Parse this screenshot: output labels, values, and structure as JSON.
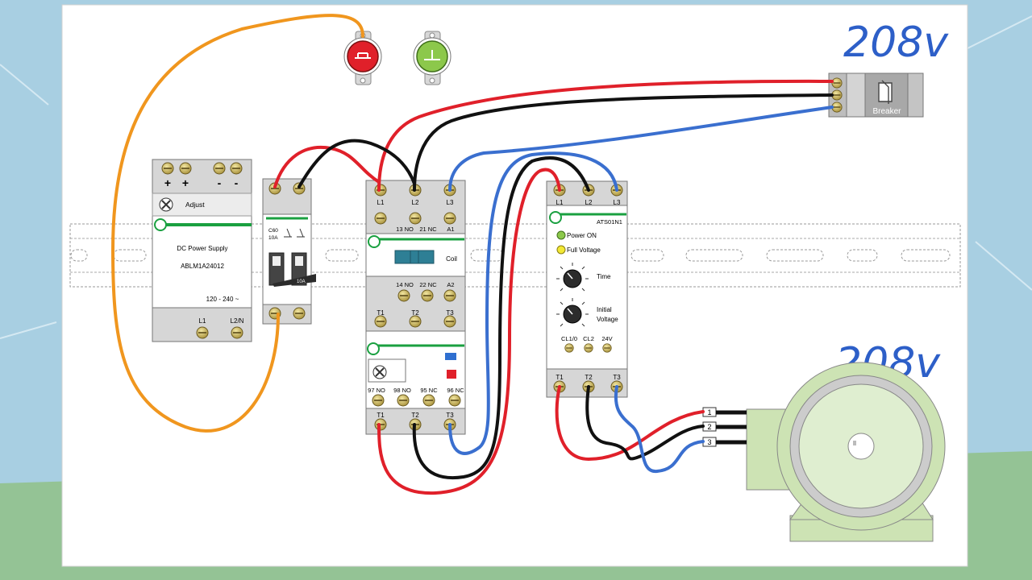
{
  "handwriting": {
    "top": "208v",
    "motor": "208v"
  },
  "breaker": {
    "label": "Breaker"
  },
  "power_supply": {
    "terminals_top": [
      "+",
      "+",
      "-",
      "-"
    ],
    "adjust": "Adjust",
    "name": "DC Power Supply",
    "model": "ABLM1A24012",
    "range": "120 - 240 ~",
    "bottom_left": "L1",
    "bottom_right": "L2/N"
  },
  "circuit_breaker": {
    "model": "C60",
    "rating": "10A",
    "handle_rating": "10A"
  },
  "contactor": {
    "top_terminals": [
      "L1",
      "L2",
      "L3"
    ],
    "aux_top": [
      "13 NO",
      "21 NC",
      "A1"
    ],
    "coil": "Coil",
    "aux_bottom": [
      "14 NO",
      "22 NC",
      "A2"
    ],
    "bottom_terminals": [
      "T1",
      "T2",
      "T3"
    ]
  },
  "overload": {
    "aux": [
      "97 NO",
      "98 NO",
      "95 NC",
      "96 NC"
    ],
    "bottom_terminals": [
      "T1",
      "T2",
      "T3"
    ]
  },
  "soft_starter": {
    "top_terminals": [
      "L1",
      "L2",
      "L3"
    ],
    "model": "ATS01N1",
    "power_on": "Power ON",
    "full_voltage": "Full Voltage",
    "time": "Time",
    "initial_voltage_1": "Initial",
    "initial_voltage_2": "Voltage",
    "control": [
      "CL1/0",
      "CL2",
      "24V"
    ],
    "bottom_terminals": [
      "T1",
      "T2",
      "T3"
    ]
  },
  "motor": {
    "terminals": [
      "1",
      "2",
      "3"
    ]
  },
  "colors": {
    "red_wire": "#e0202a",
    "black_wire": "#111111",
    "blue_wire": "#3a6fcf",
    "orange_wire": "#f0961e",
    "device_green": "#1aa040",
    "motor_fill": "#cde3b4"
  }
}
